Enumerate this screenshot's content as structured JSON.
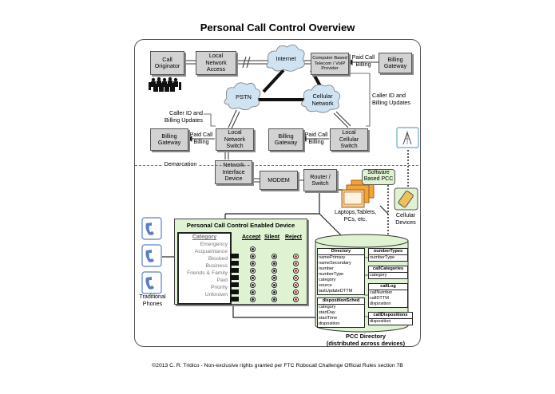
{
  "title": "Personal Call Control Overview",
  "boxes": {
    "call_originator": "Call\nOriginator",
    "local_network_access": "Local\nNetwork\nAccess",
    "computer_provider": "Computer Based\nTelecom / VoIP\nProvider",
    "billing_gateway_top": "Billing\nGateway",
    "billing_gateway_left": "Billing\nGateway",
    "local_network_switch": "Local\nNetwork\nSwitch",
    "billing_gateway_mid": "Billing\nGateway",
    "local_cellular_switch": "Local\nCellular\nSwitch",
    "network_interface_device": "Network\nInterface\nDevice",
    "modem": "MODEM",
    "router_switch": "Router /\nSwitch"
  },
  "clouds": {
    "internet": "Internet",
    "pstn": "PSTN",
    "cellular_network": "Cellular\nNetwork"
  },
  "labels": {
    "paid_call_billing_top": "Paid Call\nBilling",
    "caller_id_right": "Caller ID and\nBilling Updates",
    "caller_id_left": "Caller ID and\nBilling Updates",
    "paid_call_billing_left": "Paid Call\nBilling",
    "paid_call_billing_mid": "Paid Call\nBilling",
    "demarcation": "Demarcation",
    "software_pcc": "Software\nBased PCC",
    "laptops": "Laptops,Tablets,\nPCs, etc.",
    "cellular_devices": "Cellular\nDevices",
    "traditional_phones": "Traditional\nPhones",
    "pcc_directory": "PCC Directory\n(distributed across devices)"
  },
  "pcc_device": {
    "title": "Personal Call Control Enabled Device",
    "category_header": "Category",
    "columns": [
      "Accept",
      "Silent",
      "Reject"
    ],
    "categories": [
      "Emergency",
      "Acquaintance",
      "Blocked",
      "Business",
      "Friends & Family",
      "Paid",
      "Priority",
      "Unknown"
    ]
  },
  "directory": {
    "directory_table": {
      "name": "Directory",
      "fields": [
        "namePrimary",
        "nameSecondary",
        "number",
        "numberType",
        "category",
        "source",
        "lastUpdateDTTM"
      ]
    },
    "number_types": {
      "name": "numberTypes",
      "fields": [
        "numberType"
      ]
    },
    "call_categories": {
      "name": "callCategories",
      "fields": [
        "category"
      ]
    },
    "call_log": {
      "name": "callLog",
      "fields": [
        "callNumber",
        "callDTTM",
        "disposition"
      ]
    },
    "disposition_sched": {
      "name": "dispositionSched",
      "fields": [
        "category",
        "startDay",
        "startTime",
        "disposition"
      ]
    },
    "call_dispositions": {
      "name": "callDispositions",
      "fields": [
        "disposition"
      ]
    }
  },
  "footer": "©2013 C. R. Tridico - Non-exclusive rights granted per FTC Robocall Challenge Official Rules section 7B",
  "colors": {
    "box_gray": "#d2d2d2",
    "green_fill": "#dff3d3",
    "cloud_fill": "#cfe3f3",
    "orange": "#f2a33a",
    "blue_phone": "#5a7fc2"
  }
}
